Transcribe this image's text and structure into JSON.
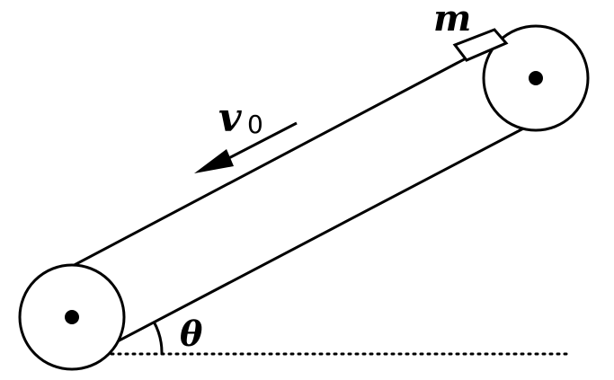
{
  "diagram": {
    "labels": {
      "mass": "m",
      "velocity_symbol": "v",
      "velocity_subscript": "0",
      "angle": "θ"
    },
    "colors": {
      "ink": "#000000",
      "background": "#ffffff"
    },
    "icons": {
      "velocity_arrow": "arrow-left-down-icon",
      "pulley_axle": "dot-icon"
    }
  }
}
